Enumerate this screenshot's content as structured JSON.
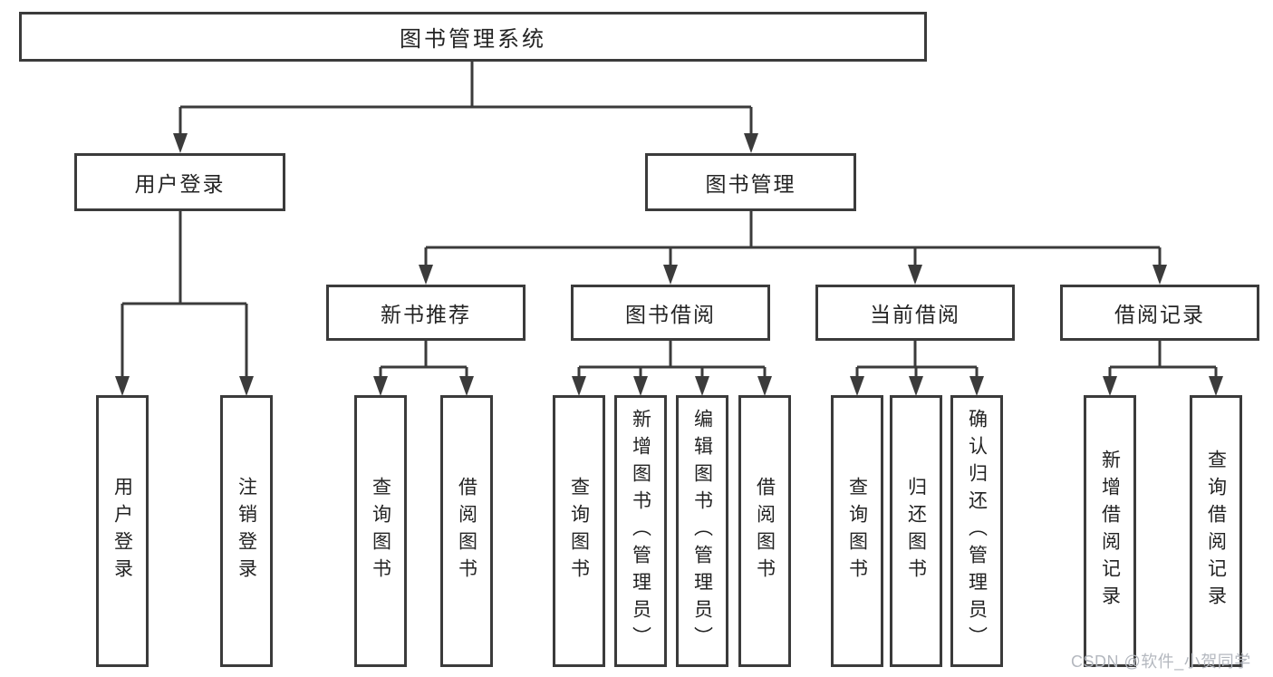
{
  "diagram": {
    "title": "图书管理系统",
    "root": {
      "label": "图书管理系统"
    },
    "level2": [
      {
        "label": "用户登录",
        "children": [
          {
            "label": "用户登录"
          },
          {
            "label": "注销登录"
          }
        ]
      },
      {
        "label": "图书管理",
        "children": [
          {
            "label": "新书推荐",
            "children": [
              {
                "label": "查询图书"
              },
              {
                "label": "借阅图书"
              }
            ]
          },
          {
            "label": "图书借阅",
            "children": [
              {
                "label": "查询图书"
              },
              {
                "label": "新增图书（管理员）"
              },
              {
                "label": "编辑图书（管理员）"
              },
              {
                "label": "借阅图书"
              }
            ]
          },
          {
            "label": "当前借阅",
            "children": [
              {
                "label": "查询图书"
              },
              {
                "label": "归还图书"
              },
              {
                "label": "确认归还（管理员）"
              }
            ]
          },
          {
            "label": "借阅记录",
            "children": [
              {
                "label": "新增借阅记录"
              },
              {
                "label": "查询借阅记录"
              }
            ]
          }
        ]
      }
    ]
  },
  "colors": {
    "line": "#3b3b3b",
    "text": "#232323",
    "background": "#ffffff",
    "watermark": "#b4b8bf"
  },
  "watermark": {
    "text": "CSDN @软件_小贺同学"
  }
}
